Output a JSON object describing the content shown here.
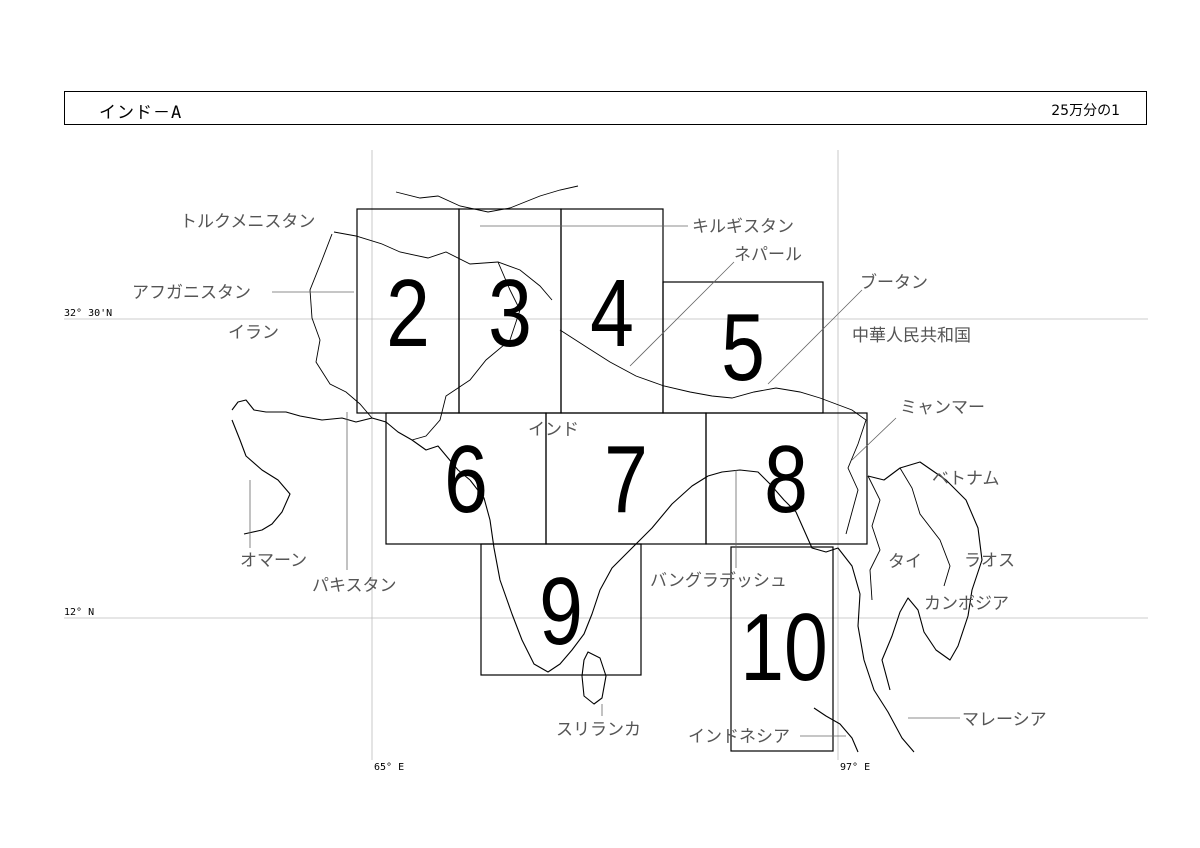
{
  "header": {
    "title": "インド－A",
    "scale": "25万分の1"
  },
  "graticule": {
    "lat_labels": [
      "32° 30'N",
      "12° N"
    ],
    "lon_labels": [
      "65° E",
      "97° E"
    ]
  },
  "sheets": [
    {
      "id": "sheet-2",
      "label": "2"
    },
    {
      "id": "sheet-3",
      "label": "3"
    },
    {
      "id": "sheet-4",
      "label": "4"
    },
    {
      "id": "sheet-5",
      "label": "5"
    },
    {
      "id": "sheet-6",
      "label": "6"
    },
    {
      "id": "sheet-7",
      "label": "7"
    },
    {
      "id": "sheet-8",
      "label": "8"
    },
    {
      "id": "sheet-9",
      "label": "9"
    },
    {
      "id": "sheet-10",
      "label": "10"
    }
  ],
  "countries": {
    "turkmenistan": "トルクメニスタン",
    "kyrgyzstan": "キルギスタン",
    "nepal": "ネパール",
    "afghanistan": "アフガニスタン",
    "bhutan": "ブータン",
    "iran": "イラン",
    "china": "中華人民共和国",
    "myanmar": "ミャンマー",
    "india": "インド",
    "vietnam": "ベトナム",
    "oman": "オマーン",
    "pakistan": "パキスタン",
    "thailand": "タイ",
    "laos": "ラオス",
    "bangladesh": "バングラデッシュ",
    "cambodia": "カンボジア",
    "sri_lanka": "スリランカ",
    "malaysia": "マレーシア",
    "indonesia": "インドネシア"
  }
}
